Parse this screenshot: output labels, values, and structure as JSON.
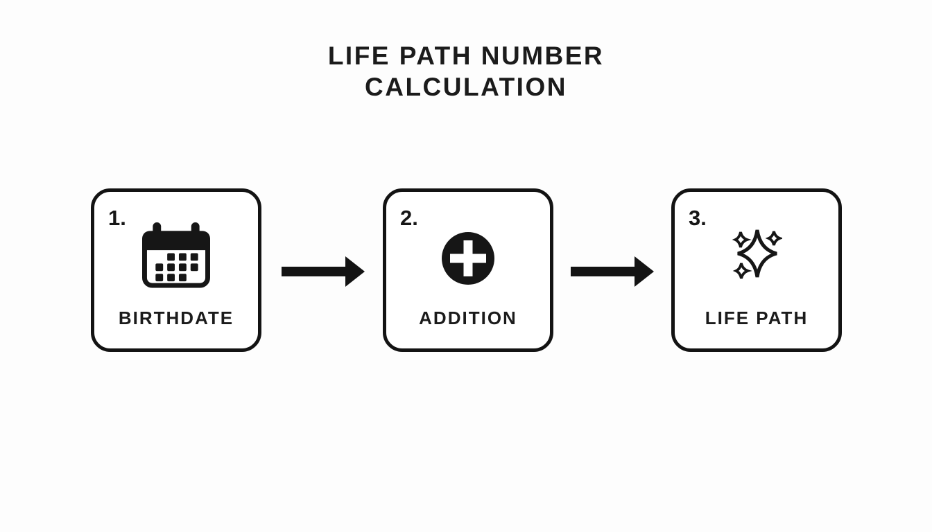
{
  "title": {
    "line1": "LIFE PATH NUMBER",
    "line2": "CALCULATION"
  },
  "steps": [
    {
      "number": "1.",
      "label": "BIRTHDATE",
      "icon": "calendar-icon"
    },
    {
      "number": "2.",
      "label": "ADDITION",
      "icon": "plus-circle-icon"
    },
    {
      "number": "3.",
      "label": "LIFE PATH",
      "icon": "sparkles-icon"
    }
  ],
  "flow": {
    "arrow_icon": "arrow-right-icon",
    "arrow_count": 2
  },
  "colors": {
    "ink": "#161616",
    "box_border": "#131313",
    "box_background": "#ffffff",
    "page_background": "#fdfdfd"
  }
}
